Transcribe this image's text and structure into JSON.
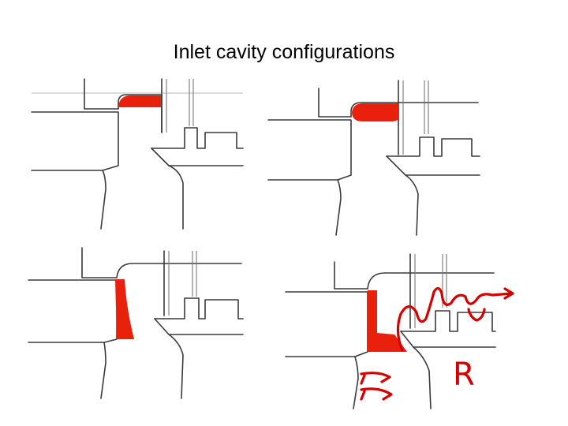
{
  "slide": {
    "title": "Inlet cavity configurations",
    "annotation_letter": "R"
  },
  "colors": {
    "cavity_fill": "#e8200c",
    "annotation": "#d40000",
    "line": "#3a3a3a",
    "background": "#ffffff"
  },
  "panels": [
    {
      "id": "top-left",
      "cavity": "rounded-corner-fill"
    },
    {
      "id": "top-right",
      "cavity": "rounded-corner-fill"
    },
    {
      "id": "bottom-left",
      "cavity": "vertical-wall-fill"
    },
    {
      "id": "bottom-right",
      "cavity": "deep-step-fill",
      "annotations": [
        "flow-arrows",
        "labyrinth-arrow",
        "R"
      ]
    }
  ]
}
